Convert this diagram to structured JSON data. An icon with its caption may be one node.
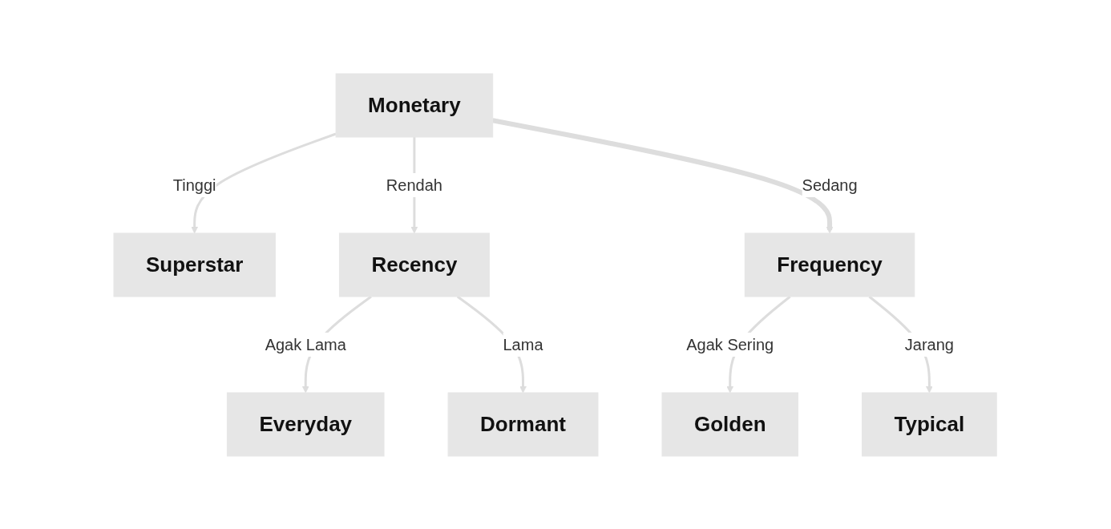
{
  "diagram": {
    "nodes": [
      {
        "text": [
          "Monetary"
        ]
      },
      {
        "text": [
          "Superstar"
        ]
      },
      {
        "text": [
          "Recency"
        ]
      },
      {
        "text": [
          "Frequency"
        ]
      },
      {
        "text": [
          "Everyday"
        ]
      },
      {
        "text": [
          "Dormant"
        ]
      },
      {
        "text": [
          "Golden"
        ]
      },
      {
        "text": [
          "Typical"
        ]
      }
    ],
    "edges": [
      {
        "from": 0,
        "to": 2,
        "arrow": "to",
        "label": "Rendah"
      },
      {
        "from": 0,
        "to": 3,
        "arrow": "to",
        "label": "Sedang",
        "style": "thick"
      },
      {
        "from": 0,
        "to": 1,
        "arrow": "to",
        "label": "Tinggi"
      },
      {
        "from": 2,
        "to": 4,
        "arrow": "to",
        "label": "Agak Lama"
      },
      {
        "from": 2,
        "to": 5,
        "arrow": "to",
        "label": "Lama"
      },
      {
        "from": 3,
        "to": 6,
        "arrow": "to",
        "label": "Agak Sering"
      },
      {
        "from": 3,
        "to": 7,
        "arrow": "to",
        "label": "Jarang"
      }
    ]
  }
}
